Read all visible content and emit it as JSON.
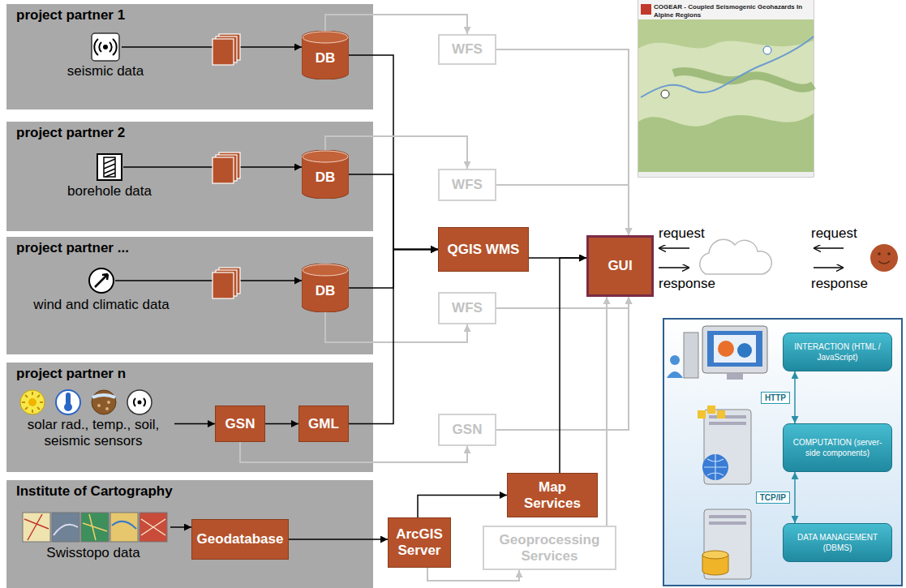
{
  "diagram": {
    "nodes": [
      {
        "text": [
          "project partner 1"
        ]
      },
      {
        "text": [
          "seismic data"
        ],
        "in": 0
      },
      {
        "text": [
          "DB"
        ],
        "in": 0
      },
      {
        "text": [
          "WFS"
        ]
      },
      {
        "text": [
          "project partner 2"
        ]
      },
      {
        "text": [
          "borehole data"
        ],
        "in": 4
      },
      {
        "text": [
          "DB"
        ],
        "in": 4
      },
      {
        "text": [
          "WFS"
        ]
      },
      {
        "text": [
          "project partner ..."
        ]
      },
      {
        "text": [
          "wind and climatic data"
        ],
        "in": 8
      },
      {
        "text": [
          "DB"
        ],
        "in": 8
      },
      {
        "text": [
          "QGIS WMS"
        ]
      },
      {
        "text": [
          "GUI"
        ]
      },
      {
        "text": [
          "WFS"
        ]
      },
      {
        "text": [
          "project partner n"
        ]
      },
      {
        "text": [
          "solar rad., temp., soil, seismic sensors"
        ],
        "in": 14
      },
      {
        "text": [
          "GSN"
        ],
        "in": 14
      },
      {
        "text": [
          "GML"
        ],
        "in": 14
      },
      {
        "text": [
          "GSN"
        ]
      },
      {
        "text": [
          "Institute of Cartography"
        ]
      },
      {
        "text": [
          "Swisstopo data"
        ],
        "in": 19
      },
      {
        "text": [
          "Geodatabase"
        ],
        "in": 19
      },
      {
        "text": [
          "ArcGIS Server"
        ]
      },
      {
        "text": [
          "Map Services"
        ]
      },
      {
        "text": [
          "Geoprocessing Services"
        ]
      },
      {
        "text": [
          "INTERACTION (HTML / JavaScript)"
        ]
      },
      {
        "text": [
          "COMPUTATION (server-side components)"
        ]
      },
      {
        "text": [
          "DATA MANAGEMENT (DBMS)"
        ]
      }
    ],
    "edges": [
      {
        "from": 1,
        "to": 2,
        "arrow": "to"
      },
      {
        "from": 2,
        "to": 3,
        "arrow": "to"
      },
      {
        "from": 2,
        "to": 11,
        "arrow": "to"
      },
      {
        "from": 3,
        "to": 12,
        "arrow": "to"
      },
      {
        "from": 5,
        "to": 6,
        "arrow": "to"
      },
      {
        "from": 6,
        "to": 7,
        "arrow": "to"
      },
      {
        "from": 6,
        "to": 11,
        "arrow": "to"
      },
      {
        "from": 7,
        "to": 12,
        "arrow": "to"
      },
      {
        "from": 9,
        "to": 10,
        "arrow": "to"
      },
      {
        "from": 10,
        "to": 13,
        "arrow": "to"
      },
      {
        "from": 10,
        "to": 11,
        "arrow": "to"
      },
      {
        "from": 13,
        "to": 12,
        "arrow": "to"
      },
      {
        "from": 11,
        "to": 12,
        "arrow": "to"
      },
      {
        "from": 15,
        "to": 16,
        "arrow": "to"
      },
      {
        "from": 16,
        "to": 17,
        "arrow": "to"
      },
      {
        "from": 16,
        "to": 18,
        "arrow": "to"
      },
      {
        "from": 17,
        "to": 11,
        "arrow": "to"
      },
      {
        "from": 18,
        "to": 12,
        "arrow": "to"
      },
      {
        "from": 20,
        "to": 21,
        "arrow": "to"
      },
      {
        "from": 21,
        "to": 22,
        "arrow": "to"
      },
      {
        "from": 22,
        "to": 23,
        "arrow": "to"
      },
      {
        "from": 22,
        "to": 24,
        "arrow": "to"
      },
      {
        "from": 23,
        "to": 12,
        "arrow": "to"
      },
      {
        "from": 24,
        "to": 12,
        "arrow": "to"
      },
      {
        "from": 25,
        "to": 26,
        "label": "HTTP",
        "arrow": "both"
      },
      {
        "from": 26,
        "to": 27,
        "label": "TCP/IP",
        "arrow": "both"
      }
    ],
    "labels": [
      "COGEAR - Coupled Seismogenic Geohazards In Alpine Regions",
      "request",
      "response",
      "request",
      "response"
    ]
  }
}
